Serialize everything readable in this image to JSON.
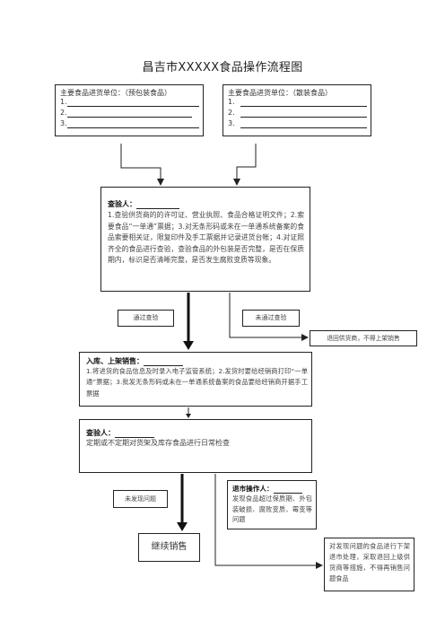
{
  "title": "昌吉市XXXXX食品操作流程图",
  "supplier_packaged": {
    "heading": "主要食品进货单位：（预包装食品）",
    "lines": [
      "1.",
      "2.",
      "3."
    ]
  },
  "supplier_bulk": {
    "heading": "主要食品进货单位：（散装食品）",
    "lines": [
      "1.",
      "2.",
      "3."
    ]
  },
  "inspector1": {
    "label": "查验人：",
    "text": "1.查验供货商的的许可证、营业执照、食品合格证明文件；2.索要食品“一单通”票据；3.对无条形码或未在一单通系统备案的食品索要相关证，限复印件及手工票据并记录进货台帐；4.对证照齐全的食品进行查验，查验食品的外包装是否完整，是否在保质期内，标识是否清晰完整，是否发生腐败变质等现象。"
  },
  "pass_label": "通过查验",
  "fail_label": "未通过查验",
  "return_label": "退回供货商，不得上架销售",
  "storage": {
    "label": "入库、上架销售：",
    "text": "1.将进货的食品信息及时录入电子监管系统；2.发货时要给经销商打印“一单通”票据；3.批发无条形码或未在一单通系统备案的食品要给经销商开据手工票据"
  },
  "inspector2": {
    "label": "查验人：",
    "text": "定期或不定期对货架及库存食品进行日常检查"
  },
  "no_issue_label": "未发现问题",
  "recall": {
    "label": "退市操作人：",
    "text": "发现食品超过保质期、外包装破损、腐败变质、霉变等问题"
  },
  "continue_label": "继续销售",
  "handle_label": "对发现问题的食品进行下架退市处理，采取退回上级供货商等措施，不得再销售问题食品"
}
